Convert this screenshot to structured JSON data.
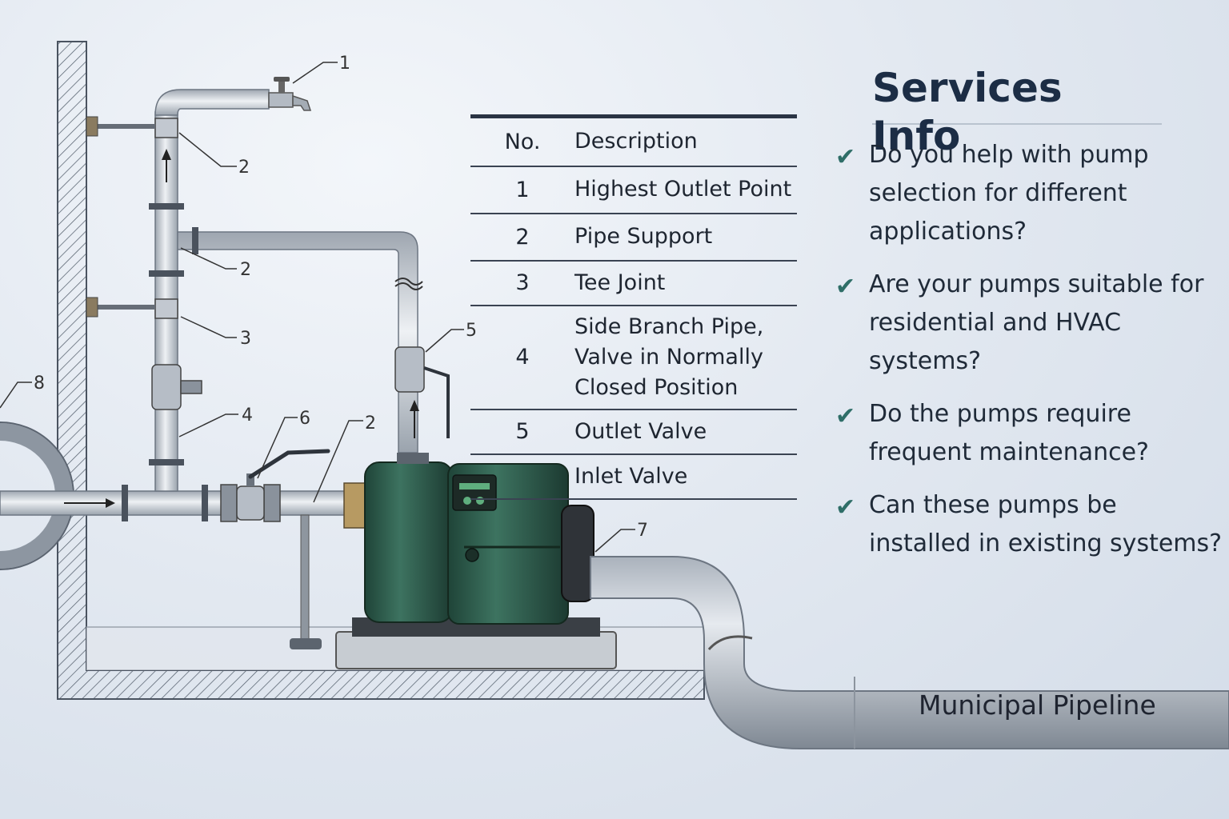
{
  "table": {
    "headers": {
      "no": "No.",
      "description": "Description"
    },
    "rows": [
      {
        "no": "1",
        "description": "Highest Outlet Point"
      },
      {
        "no": "2",
        "description": "Pipe Support"
      },
      {
        "no": "3",
        "description": "Tee Joint"
      },
      {
        "no": "4",
        "description": "Side Branch Pipe, Valve in Normally Closed Position"
      },
      {
        "no": "5",
        "description": "Outlet Valve"
      },
      {
        "no": "",
        "description": "Inlet Valve"
      }
    ]
  },
  "info": {
    "title": "Services Info",
    "questions": [
      "Do you help with pump selection for different applications?",
      "Are your pumps suitable for residential and HVAC systems?",
      "Do the pumps require frequent maintenance?",
      "Can these pumps be installed in existing systems?"
    ]
  },
  "callouts": [
    "1",
    "2",
    "2",
    "2",
    "3",
    "4",
    "5",
    "6",
    "7",
    "8"
  ],
  "pipeline_label": "Municipal Pipeline",
  "colors": {
    "pump_body": "#2d5a4a",
    "pipe": "#c6ccd4",
    "heading": "#1c2d45",
    "check": "#2f6e68"
  }
}
